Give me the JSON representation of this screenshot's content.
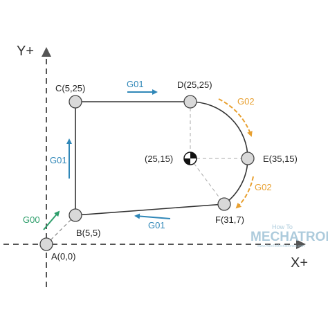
{
  "axes": {
    "x_label": "X+",
    "y_label": "Y+"
  },
  "points": {
    "A": "A(0,0)",
    "B": "B(5,5)",
    "C": "C(5,25)",
    "D": "D(25,25)",
    "E": "E(35,15)",
    "F": "F(31,7)",
    "center": "(25,15)"
  },
  "commands": {
    "g00": "G00",
    "g01_up": "G01",
    "g01_top": "G01",
    "g02_top": "G02",
    "g02_bottom": "G02",
    "g01_bottom": "G01"
  },
  "watermark": {
    "text_how_to": "How To",
    "text_main": "MECHATRONICS",
    "text_url": "www.HowToMechatronics.com"
  },
  "colors": {
    "g00": "#2e9e6b",
    "g01": "#2f87b8",
    "g02": "#e8a030",
    "path": "#333333",
    "axis": "#555555",
    "dash": "#aaaaaa",
    "circle_fill": "#d9d9d9",
    "watermark": "#9fc3d6"
  }
}
